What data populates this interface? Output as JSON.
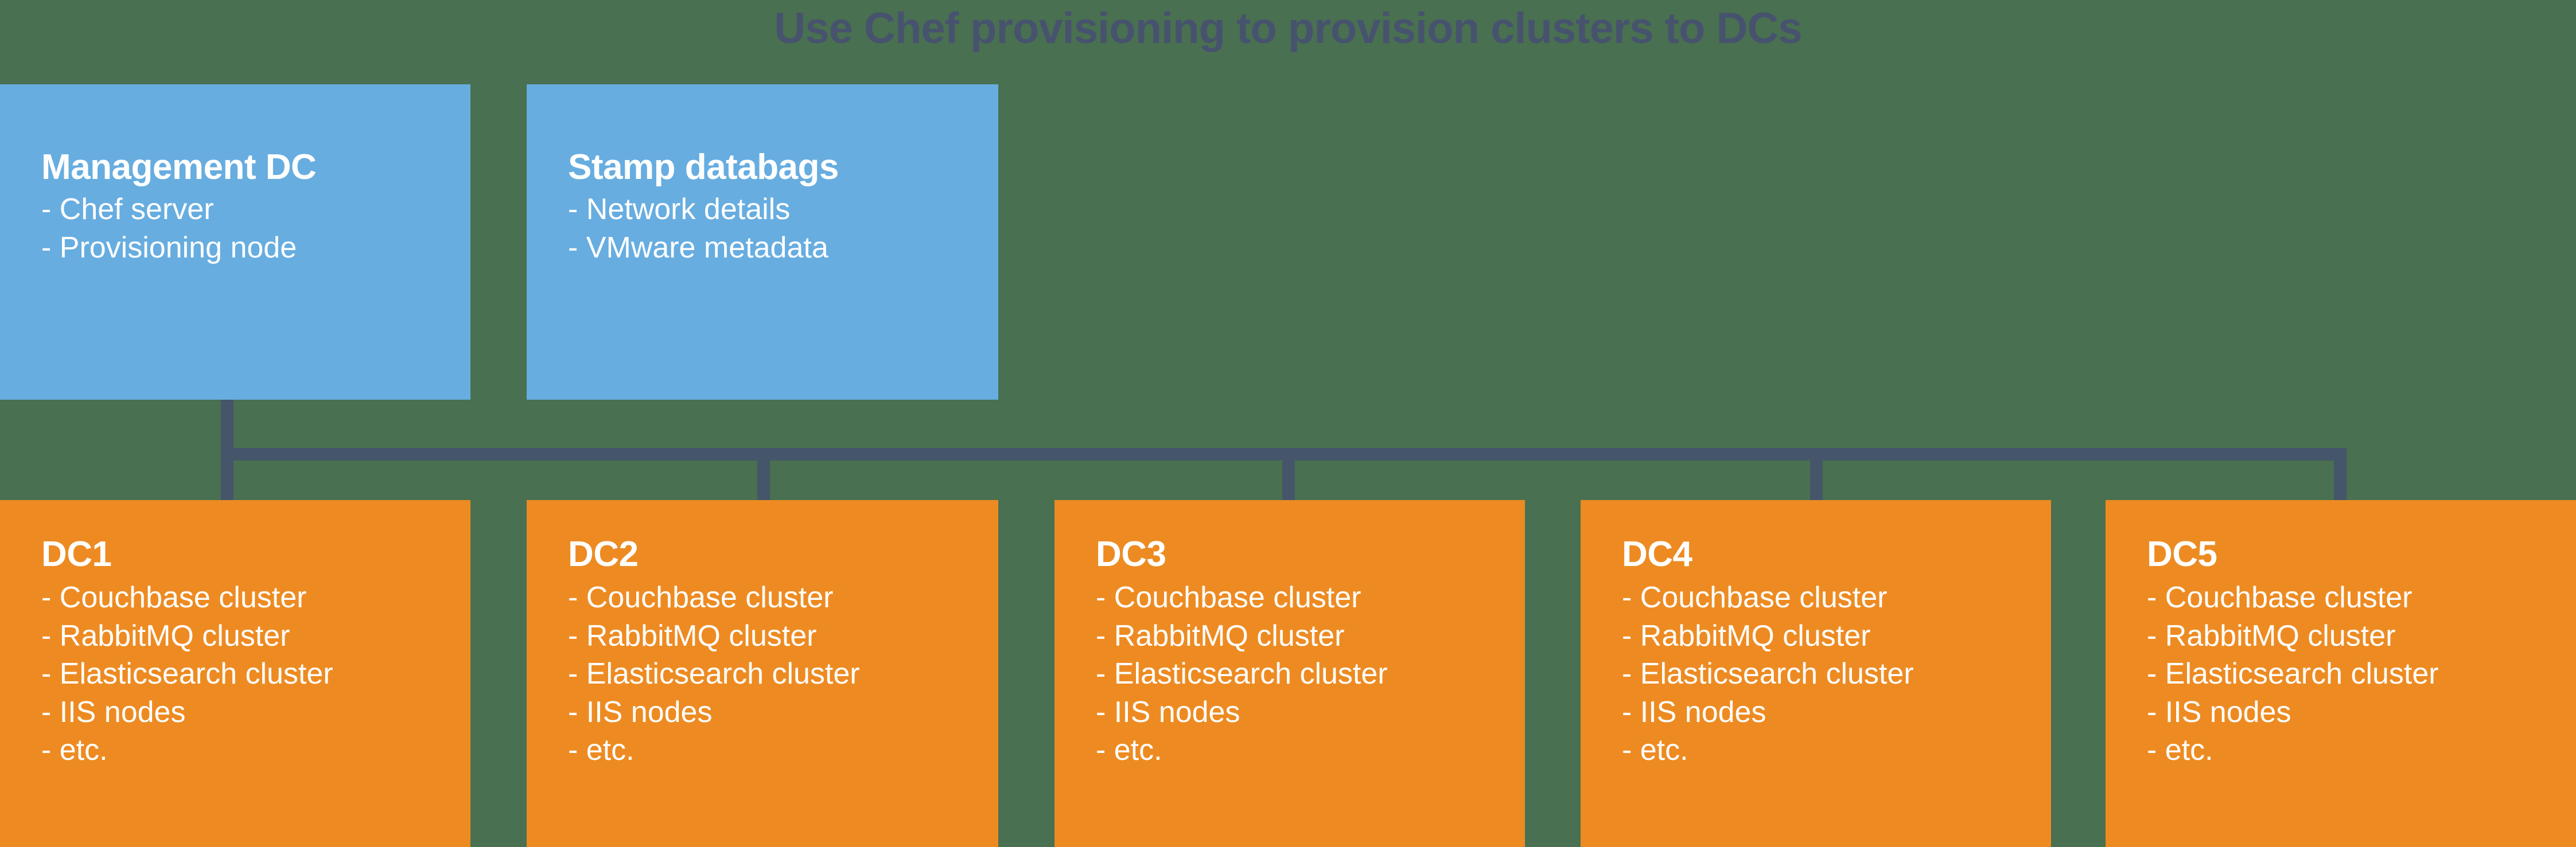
{
  "title": "Use Chef provisioning to provision clusters to DCs",
  "colors": {
    "background": "#497050",
    "management_box": "#67ADE0",
    "dc_box": "#ED8B22",
    "connector": "#45556A",
    "title_text": "#47536E",
    "box_text": "#FFFFFF"
  },
  "top_boxes": [
    {
      "title": "Management DC",
      "items": [
        "Chef server",
        "Provisioning node"
      ]
    },
    {
      "title": "Stamp databags",
      "items": [
        "Network details",
        "VMware metadata"
      ]
    }
  ],
  "dc_boxes": [
    {
      "title": "DC1",
      "items": [
        "Couchbase cluster",
        "RabbitMQ cluster",
        "Elasticsearch cluster",
        "IIS nodes",
        "etc."
      ]
    },
    {
      "title": "DC2",
      "items": [
        "Couchbase cluster",
        "RabbitMQ cluster",
        "Elasticsearch cluster",
        "IIS nodes",
        "etc."
      ]
    },
    {
      "title": "DC3",
      "items": [
        "Couchbase cluster",
        "RabbitMQ cluster",
        "Elasticsearch cluster",
        "IIS nodes",
        "etc."
      ]
    },
    {
      "title": "DC4",
      "items": [
        "Couchbase cluster",
        "RabbitMQ cluster",
        "Elasticsearch cluster",
        "IIS nodes",
        "etc."
      ]
    },
    {
      "title": "DC5",
      "items": [
        "Couchbase cluster",
        "RabbitMQ cluster",
        "Elasticsearch cluster",
        "IIS nodes",
        "etc."
      ]
    }
  ]
}
